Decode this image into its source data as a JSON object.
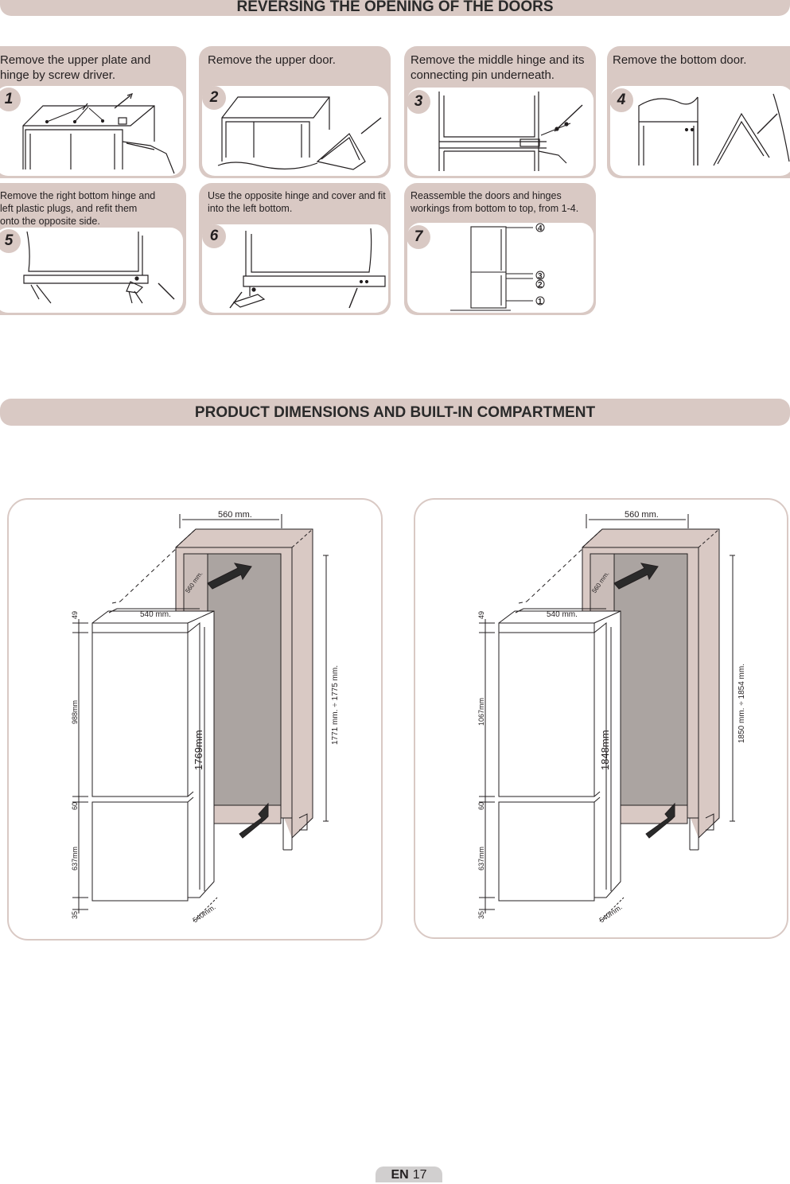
{
  "section1_title": "REVERSING THE OPENING OF THE DOORS",
  "section2_title": "PRODUCT DIMENSIONS AND BUILT-IN COMPARTMENT",
  "steps": [
    {
      "num": "1",
      "text": "Remove the upper plate and hinge by screw driver."
    },
    {
      "num": "2",
      "text": "Remove the upper door."
    },
    {
      "num": "3",
      "text": "Remove the middle hinge and its connecting pin underneath."
    },
    {
      "num": "4",
      "text": "Remove the bottom door."
    },
    {
      "num": "5",
      "text": "Remove the right bottom hinge and left plastic plugs, and refit them onto the opposite side."
    },
    {
      "num": "6",
      "text": "Use the opposite hinge and cover and fit into the left bottom."
    },
    {
      "num": "7",
      "text": "Reassemble the doors and hinges workings from bottom to top, from 1-4."
    }
  ],
  "step7_markers": [
    "4",
    "3",
    "2",
    "1"
  ],
  "diagrams": [
    {
      "niche_width": "560 mm.",
      "niche_depth": "560 mm.",
      "niche_height": "1771 mm. ÷ 1775 mm.",
      "appliance_width": "540 mm.",
      "appliance_depth": "540mm.",
      "appliance_height": "1769mm",
      "top_gap": "49",
      "upper_door": "988mm",
      "middle_gap": "60",
      "lower_door": "637mm",
      "bottom_gap": "35"
    },
    {
      "niche_width": "560 mm.",
      "niche_depth": "560 mm.",
      "niche_height": "1850 mm. ÷ 1854 mm.",
      "appliance_width": "540 mm.",
      "appliance_depth": "540mm.",
      "appliance_height": "1848mm",
      "top_gap": "49",
      "upper_door": "1067mm",
      "middle_gap": "60",
      "lower_door": "637mm",
      "bottom_gap": "35"
    }
  ],
  "footer": {
    "lang": "EN",
    "page": "17"
  }
}
